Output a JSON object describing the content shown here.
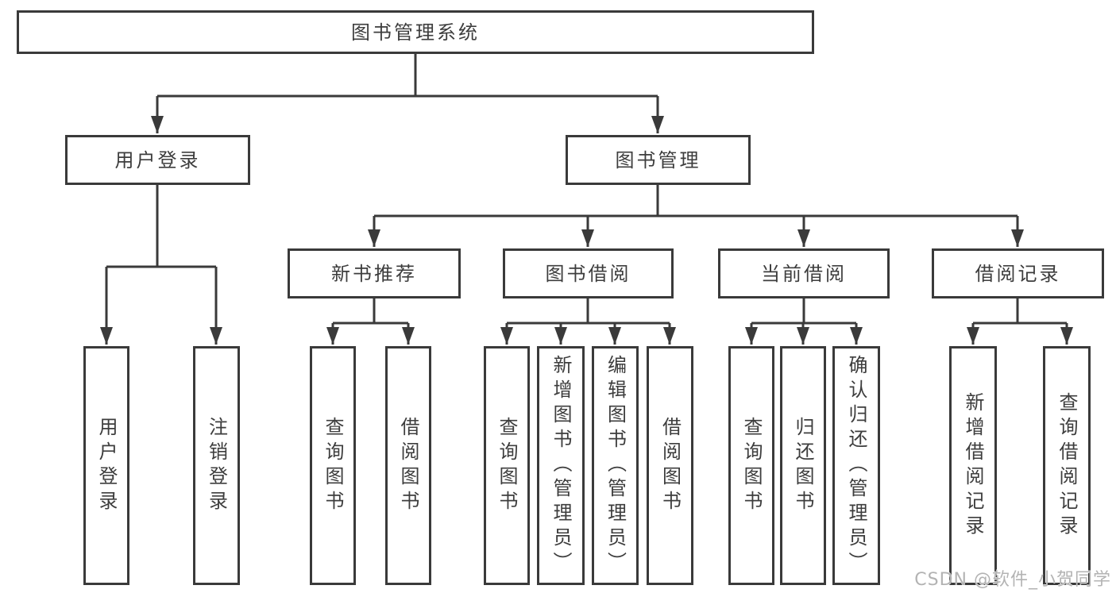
{
  "tree": {
    "root": {
      "label": "图书管理系统"
    },
    "branches": [
      {
        "label": "用户登录",
        "children": [
          {
            "label": "用户登录"
          },
          {
            "label": "注销登录"
          }
        ]
      },
      {
        "label": "图书管理",
        "children": [
          {
            "label": "新书推荐",
            "children": [
              {
                "label": "查询图书"
              },
              {
                "label": "借阅图书"
              }
            ]
          },
          {
            "label": "图书借阅",
            "children": [
              {
                "label": "查询图书"
              },
              {
                "label": "新增图书（管理员）"
              },
              {
                "label": "编辑图书（管理员）"
              },
              {
                "label": "借阅图书"
              }
            ]
          },
          {
            "label": "当前借阅",
            "children": [
              {
                "label": "查询图书"
              },
              {
                "label": "归还图书"
              },
              {
                "label": "确认归还（管理员）"
              }
            ]
          },
          {
            "label": "借阅记录",
            "children": [
              {
                "label": "新增借阅记录"
              },
              {
                "label": "查询借阅记录"
              }
            ]
          }
        ]
      }
    ]
  },
  "watermark": "CSDN @软件_小贺同学",
  "colors": {
    "line": "#3a3a3a",
    "box_border": "#3a3a3a",
    "text": "#3d3d3d",
    "watermark": "#b3b3b3",
    "background": "#ffffff"
  }
}
